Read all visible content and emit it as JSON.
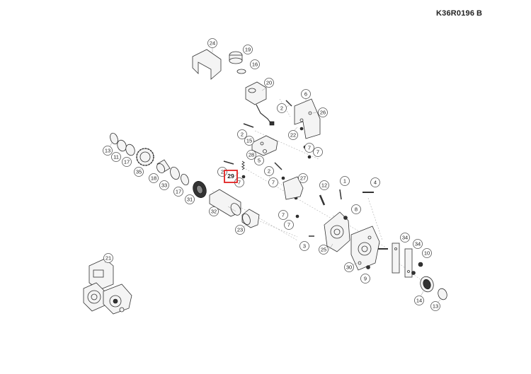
{
  "header": {
    "doc_code": "K36R0196",
    "revision": "B"
  },
  "highlighted_callout": "29",
  "callouts": [
    {
      "id": "24",
      "label": "24"
    },
    {
      "id": "19",
      "label": "19"
    },
    {
      "id": "16",
      "label": "16"
    },
    {
      "id": "20",
      "label": "20"
    },
    {
      "id": "6",
      "label": "6"
    },
    {
      "id": "2a",
      "label": "2"
    },
    {
      "id": "26",
      "label": "26"
    },
    {
      "id": "22",
      "label": "22"
    },
    {
      "id": "2b",
      "label": "2"
    },
    {
      "id": "15",
      "label": "15"
    },
    {
      "id": "7a",
      "label": "7"
    },
    {
      "id": "7b",
      "label": "7"
    },
    {
      "id": "28",
      "label": "28"
    },
    {
      "id": "5",
      "label": "5"
    },
    {
      "id": "13a",
      "label": "13"
    },
    {
      "id": "11",
      "label": "11"
    },
    {
      "id": "17a",
      "label": "17"
    },
    {
      "id": "35",
      "label": "35"
    },
    {
      "id": "18",
      "label": "18"
    },
    {
      "id": "33",
      "label": "33"
    },
    {
      "id": "17b",
      "label": "17"
    },
    {
      "id": "31",
      "label": "31"
    },
    {
      "id": "2c",
      "label": "2"
    },
    {
      "id": "29",
      "label": "29"
    },
    {
      "id": "7c",
      "label": "7"
    },
    {
      "id": "2d",
      "label": "2"
    },
    {
      "id": "27",
      "label": "27"
    },
    {
      "id": "7d",
      "label": "7"
    },
    {
      "id": "12",
      "label": "12"
    },
    {
      "id": "1",
      "label": "1"
    },
    {
      "id": "4",
      "label": "4"
    },
    {
      "id": "32",
      "label": "32"
    },
    {
      "id": "23",
      "label": "23"
    },
    {
      "id": "7e",
      "label": "7"
    },
    {
      "id": "7f",
      "label": "7"
    },
    {
      "id": "8",
      "label": "8"
    },
    {
      "id": "3",
      "label": "3"
    },
    {
      "id": "25",
      "label": "25"
    },
    {
      "id": "34a",
      "label": "34"
    },
    {
      "id": "34b",
      "label": "34"
    },
    {
      "id": "10",
      "label": "10"
    },
    {
      "id": "30",
      "label": "30"
    },
    {
      "id": "9",
      "label": "9"
    },
    {
      "id": "21",
      "label": "21"
    },
    {
      "id": "14",
      "label": "14"
    },
    {
      "id": "13b",
      "label": "13"
    }
  ]
}
